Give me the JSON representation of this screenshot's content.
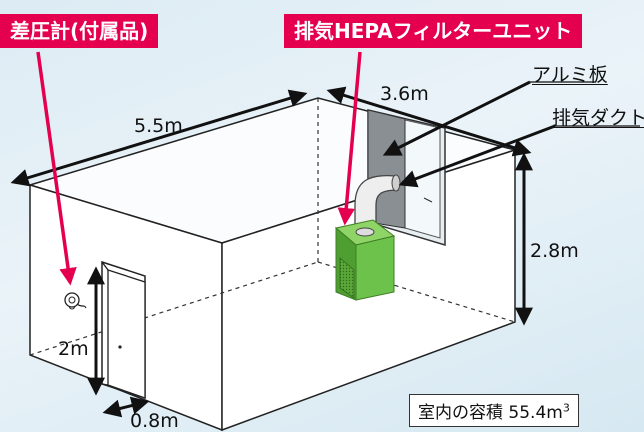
{
  "tags": {
    "manometer": "差圧計(付属品)",
    "hepa_unit": "排気HEPAフィルターユニット"
  },
  "callouts": {
    "aluminum_plate": "アルミ板",
    "exhaust_duct": "排気ダクト"
  },
  "dimensions": {
    "length": "5.5m",
    "width": "3.6m",
    "height": "2.8m",
    "door_height": "2m",
    "door_width": "0.8m"
  },
  "volume": {
    "label": "室内の容積",
    "value": "55.4m",
    "unit_power": "3"
  },
  "colors": {
    "accent": "#e5004f",
    "unit_green": "#6cc24a",
    "background": "#dcebf4"
  }
}
